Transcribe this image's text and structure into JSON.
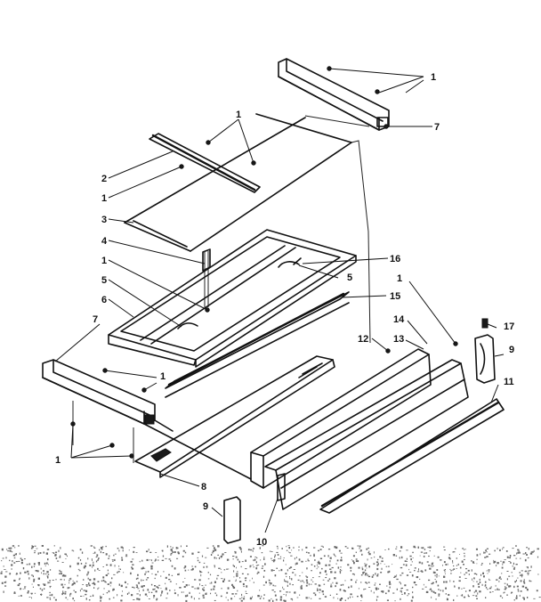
{
  "callouts": {
    "c1a": "1",
    "c1b": "1",
    "c1c": "1",
    "c1d": "1",
    "c1e": "1",
    "c1f": "1",
    "c2": "2",
    "c3": "3",
    "c4": "4",
    "c5a": "5",
    "c5b": "5",
    "c6": "6",
    "c7a": "7",
    "c7b": "7",
    "c8": "8",
    "c9a": "9",
    "c9b": "9",
    "c10": "10",
    "c11": "11",
    "c12": "12",
    "c13": "13",
    "c14": "14",
    "c15": "15",
    "c16": "16",
    "c17": "17"
  },
  "colors": {
    "ink": "#111111",
    "paper": "#ffffff",
    "scan_noise": "#6a6a6a"
  }
}
